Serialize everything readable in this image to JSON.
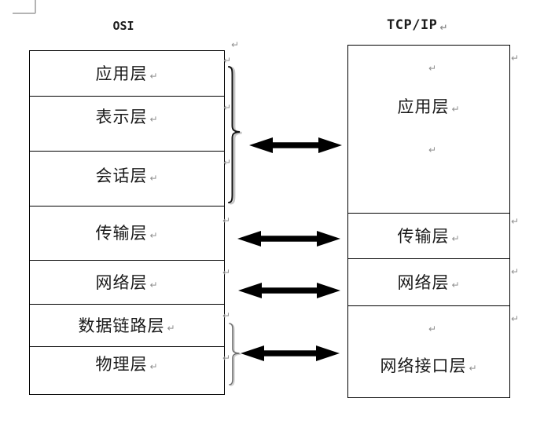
{
  "titles": {
    "osi": "OSI",
    "tcpip": "TCP/IP"
  },
  "diagram": {
    "osi_layers": [
      "应用层",
      "表示层",
      "会话层",
      "传输层",
      "网络层",
      "数据链路层",
      "物理层"
    ],
    "tcpip_layers": [
      "应用层",
      "传输层",
      "网络层",
      "网络接口层"
    ]
  },
  "glyphs": {
    "pilcrow": "↵"
  },
  "colors": {
    "background": "#ffffff",
    "border": "#000000",
    "text": "#1a1a1a",
    "arrow": "#000000",
    "paragraph_mark": "#8f8f8f",
    "brace": "#141414",
    "brace_shadow": "#c6c6c6",
    "corner_mark": "#b4b4b4"
  }
}
